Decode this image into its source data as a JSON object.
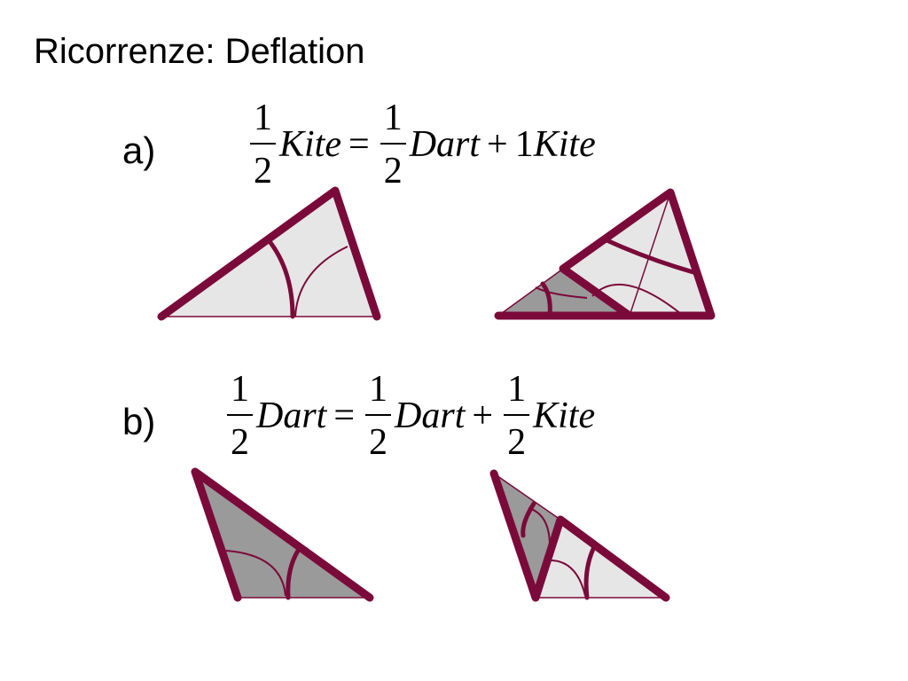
{
  "title": "Ricorrenze: Deflation",
  "colors": {
    "edge": "#7a0a3a",
    "kite_fill": "#e6e6e6",
    "dart_fill": "#9a9a9a",
    "arc": "#7a0a3a"
  },
  "equations": {
    "a": {
      "label": "a)",
      "lhs": {
        "num": "1",
        "den": "2",
        "term": "Kite"
      },
      "eq": "=",
      "rhs1": {
        "num": "1",
        "den": "2",
        "term": "Dart"
      },
      "plus": "+",
      "rhs2": {
        "coef": "1",
        "term": "Kite"
      }
    },
    "b": {
      "label": "b)",
      "lhs": {
        "num": "1",
        "den": "2",
        "term": "Dart"
      },
      "eq": "=",
      "rhs1": {
        "num": "1",
        "den": "2",
        "term": "Dart"
      },
      "plus": "+",
      "rhs2": {
        "num": "1",
        "den": "2",
        "term": "Kite"
      }
    }
  }
}
